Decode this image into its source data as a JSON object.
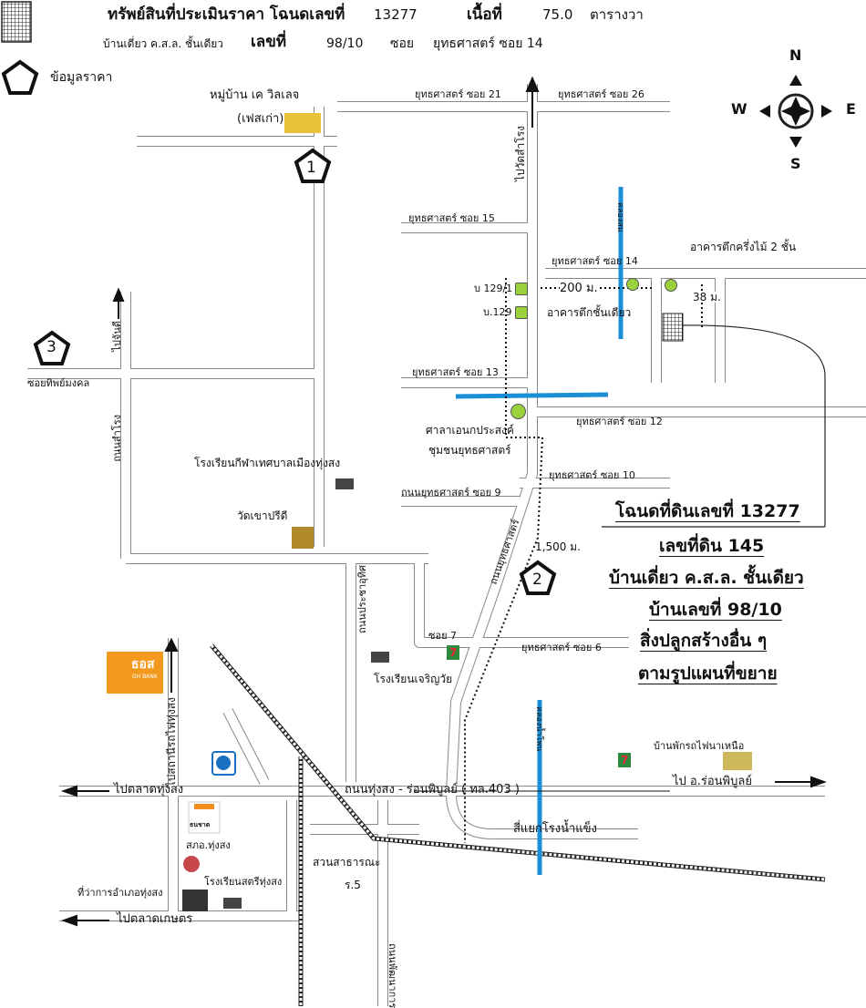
{
  "header": {
    "title_label": "ทรัพย์สินที่ประเมินราคา โฉนดเลขที่",
    "deed_no": "13277",
    "area_label": "เนื้อที่",
    "area_value": "75.0",
    "area_unit": "ตารางวา",
    "building_type": "บ้านเดี่ยว ค.ส.ล. ชั้นเดียว",
    "house_no_label": "เลขที่",
    "house_no": "98/10",
    "soi_label": "ซอย",
    "soi_value": "ยุทธศาสตร์ ซอย 14",
    "legend_price": "ข้อมูลราคา"
  },
  "compass": {
    "n": "N",
    "s": "S",
    "e": "E",
    "w": "W"
  },
  "markers": [
    "1",
    "2",
    "3"
  ],
  "roads": {
    "soi21": "ยุทธศาสตร์ ซอย 21",
    "soi26": "ยุทธศาสตร์ ซอย 26",
    "to_wat": "ไปวัดสำโรง",
    "soi15": "ยุทธศาสตร์ ซอย 15",
    "soi14": "ยุทธศาสตร์ ซอย 14",
    "soi13": "ยุทธศาสตร์ ซอย 13",
    "soi12": "ยุทธศาสตร์ ซอย 12",
    "soi10": "ยุทธศาสตร์ ซอย 10",
    "soi9": "ถนนยุทธศาสตร์ ซอย 9",
    "soi7": "ซอย 7",
    "soi6": "ยุทธศาสตร์ ซอย 6",
    "yutthasat_road": "ถนนยุทธศาสตร์",
    "thip_mongkol": "ซอยทิพย์มงคล",
    "to_chan_di": "ไปจันดี",
    "samrong_road": "ถนนสำโรง",
    "prachauthit": "ถนนประชาอุทิศ",
    "main_road": "ถนนทุ่งสง - ร่อนพิบูลย์ ( ทล.403 )",
    "to_market": "ไปตลาดทุ่งสง",
    "to_ron": "ไป อ.ร่อนพิบูลย์",
    "to_station": "ไปสถานีรถไฟทุ่งสง",
    "to_kaset": "ไปตลาดเกษตร",
    "phatthanakan": "ถนนพัฒนาการ",
    "canal_upper": "คลองสม",
    "canal_lower": "คลองน้ำโพน"
  },
  "places": {
    "village": "หมู่บ้าน เค วิลเลจ",
    "village_phase": "(เฟสเก่า)",
    "b129_1": "บ 129/1",
    "b129": "บ.129",
    "one_storey": "อาคารตึกชั้นเดียว",
    "half_wood": "อาคารตึกครึ่งไม้ 2 ชั้น",
    "sala": "ศาลาเอนกประสงค์",
    "sala2": "ชุมชนยุทธศาสตร์",
    "sport_school": "โรงเรียนกีฬาเทศบาลเมืองทุ่งสง",
    "wat": "วัดเขาปรีดี",
    "charoen_school": "โรงเรียนเจริญวัย",
    "rest_house": "บ้านพักรถไฟนาเหนือ",
    "police": "สภอ.ทุ่งสง",
    "girls_school": "โรงเรียนสตรีทุ่งสง",
    "district_office": "ที่ว่าการอำเภอทุ่งสง",
    "park": "สวนสาธารณะ",
    "park2": "ร.5",
    "intersection": "สี่แยกโรงน้ำแข็ง",
    "gh_bank": "ธอส",
    "gh_bank_en": "GH BANK",
    "thanachart": "ธนชาต",
    "seven": "7"
  },
  "distances": {
    "d200": "200 ม.",
    "d38": "38 ม.",
    "d1500": "1,500 ม."
  },
  "summary": {
    "line1": "โฉนดที่ดินเลขที่ 13277",
    "line2": "เลขที่ดิน 145",
    "line3": "บ้านเดี่ยว ค.ส.ล. ชั้นเดียว",
    "line4": "บ้านเลขที่ 98/10",
    "line5": "สิ่งปลูกสร้างอื่น ๆ",
    "line6": "ตามรูปแผนที่ขยาย"
  }
}
